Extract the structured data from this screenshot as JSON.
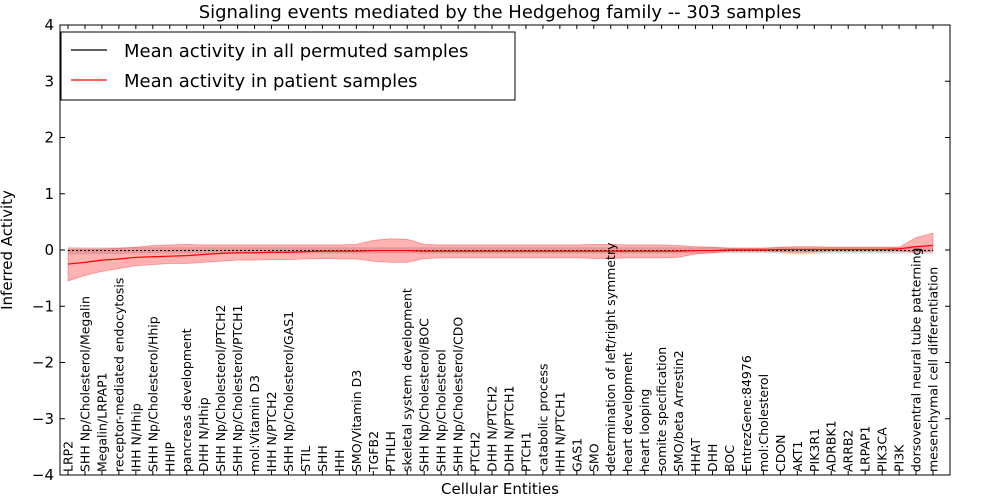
{
  "chart_data": {
    "type": "line",
    "title": "Signaling events mediated by the Hedgehog family -- 303 samples",
    "xlabel": "Cellular Entities",
    "ylabel": "Inferred Activity",
    "ylim": [
      -4,
      4
    ],
    "yticks": [
      "−4",
      "−3",
      "−2",
      "−1",
      "0",
      "1",
      "2",
      "3",
      "4"
    ],
    "grid": false,
    "legend_position": "top-left",
    "categories": [
      "LRP2",
      "SHH Np/Cholesterol/Megalin",
      "Megalin/LRPAP1",
      "receptor-mediated endocytosis",
      "IHH N/Hhip",
      "SHH Np/Cholesterol/Hhip",
      "HHIP",
      "pancreas development",
      "DHH N/Hhip",
      "SHH Np/Cholesterol/PTCH2",
      "SHH Np/Cholesterol/PTCH1",
      "mol:Vitamin D3",
      "IHH N/PTCH2",
      "SHH Np/Cholesterol/GAS1",
      "STIL",
      "SHH",
      "IHH",
      "SMO/Vitamin D3",
      "TGFB2",
      "PTHLH",
      "skeletal system development",
      "SHH Np/Cholesterol/BOC",
      "SHH Np/Cholesterol",
      "SHH Np/Cholesterol/CDO",
      "PTCH2",
      "DHH N/PTCH2",
      "DHH N/PTCH1",
      "PTCH1",
      "catabolic process",
      "IHH N/PTCH1",
      "GAS1",
      "SMO",
      "determination of left/right symmetry",
      "heart development",
      "heart looping",
      "somite specification",
      "SMO/beta Arrestin2",
      "HHAT",
      "DHH",
      "BOC",
      "EntrezGene:84976",
      "mol:Cholesterol",
      "CDON",
      "AKT1",
      "PIK3R1",
      "ADRBK1",
      "ARRB2",
      "LRPAP1",
      "PIK3CA",
      "PI3K",
      "dorsoventral neural tube patterning",
      "mesenchymal cell differentiation"
    ],
    "series": [
      {
        "name": "Mean activity in all permuted samples",
        "color": "#000000",
        "values": [
          -0.01,
          -0.01,
          -0.01,
          -0.01,
          -0.01,
          -0.01,
          -0.01,
          -0.01,
          -0.01,
          -0.01,
          -0.01,
          -0.01,
          -0.01,
          -0.01,
          -0.01,
          -0.01,
          -0.01,
          -0.01,
          -0.01,
          -0.01,
          -0.01,
          -0.01,
          -0.01,
          -0.01,
          -0.01,
          -0.01,
          -0.01,
          -0.01,
          -0.01,
          -0.01,
          -0.01,
          -0.01,
          -0.01,
          -0.01,
          -0.01,
          -0.01,
          -0.01,
          -0.01,
          -0.01,
          -0.01,
          -0.01,
          -0.01,
          -0.01,
          -0.01,
          -0.01,
          -0.01,
          -0.01,
          -0.01,
          -0.01,
          -0.01,
          -0.01,
          -0.01
        ],
        "band_low": [
          -0.08,
          -0.07,
          -0.07,
          -0.07,
          -0.06,
          -0.06,
          -0.06,
          -0.06,
          -0.06,
          -0.06,
          -0.06,
          -0.06,
          -0.06,
          -0.06,
          -0.06,
          -0.06,
          -0.06,
          -0.06,
          -0.06,
          -0.06,
          -0.06,
          -0.06,
          -0.06,
          -0.06,
          -0.06,
          -0.06,
          -0.06,
          -0.06,
          -0.06,
          -0.06,
          -0.06,
          -0.06,
          -0.06,
          -0.06,
          -0.06,
          -0.06,
          -0.06,
          -0.06,
          -0.06,
          -0.06,
          -0.06,
          -0.06,
          -0.06,
          -0.08,
          -0.07,
          -0.06,
          -0.06,
          -0.06,
          -0.06,
          -0.06,
          -0.06,
          -0.07
        ],
        "band_high": [
          0.06,
          0.05,
          0.05,
          0.05,
          0.05,
          0.05,
          0.05,
          0.05,
          0.05,
          0.05,
          0.05,
          0.05,
          0.05,
          0.05,
          0.05,
          0.05,
          0.05,
          0.05,
          0.05,
          0.05,
          0.05,
          0.05,
          0.05,
          0.05,
          0.05,
          0.05,
          0.05,
          0.05,
          0.05,
          0.05,
          0.05,
          0.05,
          0.05,
          0.05,
          0.05,
          0.05,
          0.05,
          0.05,
          0.05,
          0.05,
          0.05,
          0.05,
          0.05,
          0.05,
          0.05,
          0.05,
          0.05,
          0.05,
          0.05,
          0.05,
          0.05,
          0.05
        ]
      },
      {
        "name": "Mean activity in patient samples",
        "color": "#ff0000",
        "values": [
          -0.25,
          -0.22,
          -0.18,
          -0.16,
          -0.13,
          -0.12,
          -0.11,
          -0.1,
          -0.08,
          -0.06,
          -0.05,
          -0.05,
          -0.04,
          -0.04,
          -0.03,
          -0.02,
          -0.02,
          -0.02,
          -0.01,
          -0.01,
          -0.01,
          -0.02,
          -0.02,
          -0.02,
          -0.02,
          -0.02,
          -0.02,
          -0.02,
          -0.02,
          -0.02,
          -0.02,
          -0.02,
          -0.02,
          -0.02,
          -0.02,
          -0.02,
          -0.02,
          -0.01,
          -0.01,
          0.0,
          0.0,
          0.0,
          0.01,
          0.01,
          0.01,
          0.01,
          0.01,
          0.01,
          0.01,
          0.02,
          0.06,
          0.08
        ],
        "band_low": [
          -0.55,
          -0.45,
          -0.38,
          -0.33,
          -0.28,
          -0.26,
          -0.24,
          -0.24,
          -0.22,
          -0.2,
          -0.18,
          -0.18,
          -0.17,
          -0.17,
          -0.16,
          -0.15,
          -0.16,
          -0.16,
          -0.2,
          -0.22,
          -0.22,
          -0.15,
          -0.14,
          -0.14,
          -0.14,
          -0.14,
          -0.14,
          -0.14,
          -0.14,
          -0.14,
          -0.14,
          -0.15,
          -0.15,
          -0.14,
          -0.14,
          -0.14,
          -0.13,
          -0.07,
          -0.05,
          -0.02,
          -0.02,
          -0.02,
          -0.03,
          -0.04,
          -0.03,
          -0.02,
          -0.02,
          -0.02,
          -0.02,
          -0.02,
          -0.04,
          -0.02
        ],
        "band_high": [
          0.02,
          0.02,
          0.02,
          0.03,
          0.05,
          0.08,
          0.09,
          0.1,
          0.09,
          0.09,
          0.09,
          0.09,
          0.09,
          0.09,
          0.09,
          0.09,
          0.09,
          0.1,
          0.17,
          0.2,
          0.19,
          0.1,
          0.09,
          0.09,
          0.09,
          0.09,
          0.09,
          0.09,
          0.09,
          0.09,
          0.09,
          0.1,
          0.1,
          0.09,
          0.09,
          0.09,
          0.08,
          0.06,
          0.05,
          0.03,
          0.03,
          0.03,
          0.05,
          0.06,
          0.06,
          0.05,
          0.05,
          0.05,
          0.05,
          0.05,
          0.22,
          0.3
        ]
      }
    ]
  }
}
